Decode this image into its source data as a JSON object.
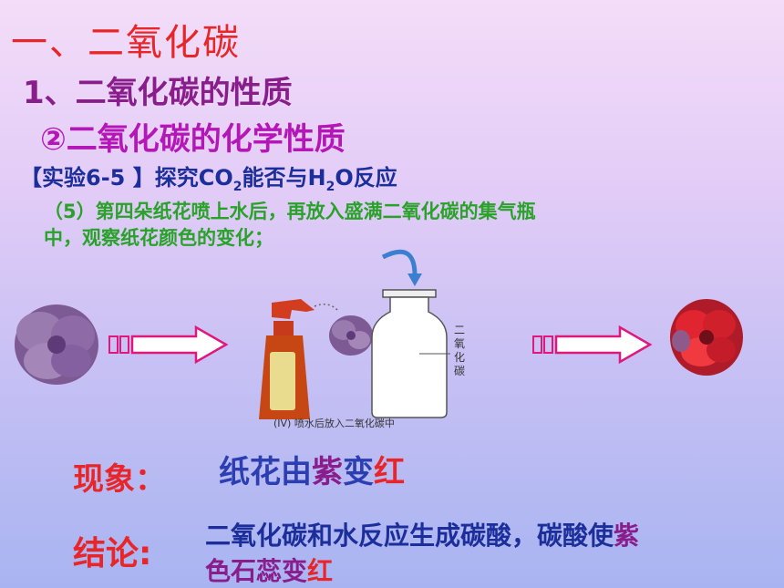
{
  "title": "一、二氧化碳",
  "subtitle1": "1、二氧化碳的性质",
  "subtitle2": "②二氧化碳的化学性质",
  "experiment": {
    "bracket_open": "【实验6-5 】探究CO",
    "sub_co": "2",
    "mid": "能否与H",
    "sub_h": "2",
    "end": "O反应"
  },
  "step": {
    "line1": "（5）第四朵纸花喷上水后，再放入盛满二氧化碳的集气瓶",
    "line2": "中，观察纸花颜色的变化；"
  },
  "illustration": {
    "jar_label": "二氧化碳",
    "caption": "(IV) 喷水后放入二氧化碳中"
  },
  "phenomenon": {
    "label": "现象：",
    "part1": "纸花由",
    "purple_word": "紫",
    "part2": "变",
    "red_word": "红"
  },
  "conclusion": {
    "label": "结论:",
    "line1_main": "二氧化碳和水反应生成碳酸，碳酸使",
    "line1_purple": "紫",
    "line2_a": "色石",
    "line2_purple": "蕊",
    "line2_b": "变",
    "line2_red": "红"
  },
  "colors": {
    "red": "#e8262a",
    "purple": "#8a1d8c",
    "blue": "#1b2e9b",
    "green": "#2aa22a"
  }
}
